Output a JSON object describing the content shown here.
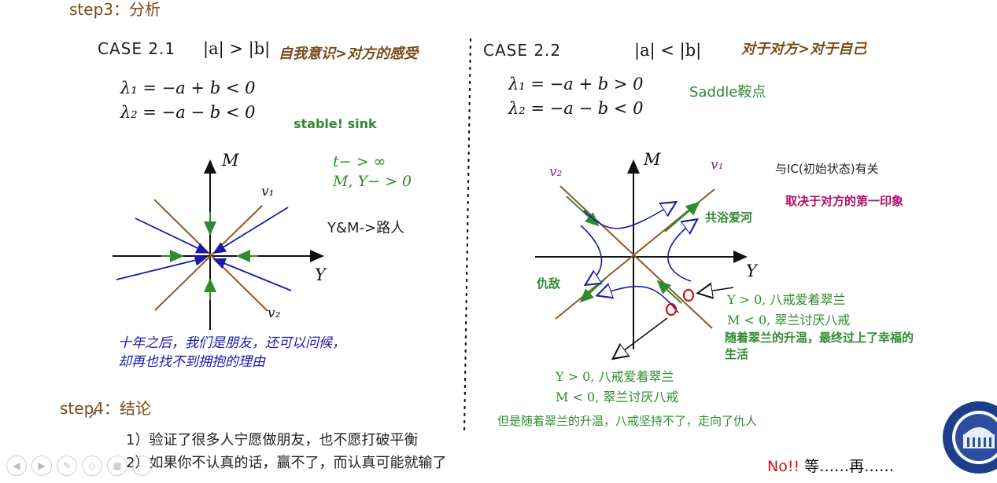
{
  "header": {
    "step3": "step3：分析",
    "step4": "step4：结论"
  },
  "case21": {
    "title": "CASE 2.1",
    "condition": "|a| > |b|",
    "label": "自我意识>对方的感受",
    "lambda1": "λ₁ = −a + b < 0",
    "lambda2": "λ₂ = −a − b < 0",
    "stability": "stable! sink",
    "limit1": "t− > ∞",
    "limit2": "M, Y− > 0",
    "outcome": "Y&M->路人",
    "axis_m": "M",
    "axis_y": "Y",
    "v1": "v₁",
    "v2": "v₂",
    "note_line1": "十年之后，我们是朋友，还可以问候，",
    "note_line2": "却再也找不到拥抱的理由"
  },
  "case22": {
    "title": "CASE 2.2",
    "condition": "|a| < |b|",
    "label": "对于对方>对于自己",
    "lambda1": "λ₁ = −a + b > 0",
    "lambda2": "λ₂ = −a − b < 0",
    "saddle": "Saddle鞍点",
    "ic": "与IC(初始状态)有关",
    "first_impression": "取决于对方的第一印象",
    "axis_m": "M",
    "axis_y": "Y",
    "v1": "v₁",
    "v2": "v₂",
    "love": "共浴爱河",
    "enemy": "仇敌",
    "cond_a1": "Y > 0, 八戒爱着翠兰",
    "cond_a2": "M < 0, 翠兰讨厌八戒",
    "result_a1": "随着翠兰的升温，最终过上了幸福的",
    "result_a2": "生活",
    "cond_b1": "Y > 0, 八戒爱着翠兰",
    "cond_b2": "M < 0, 翠兰讨厌八戒",
    "result_b": "但是随着翠兰的升温，八戒坚持不了，走向了仇人"
  },
  "conclusion": {
    "item1": "1）验证了很多人宁愿做朋友，也不愿打破平衡",
    "item2": "2）如果你不认真的话，赢不了，而认真可能就输了",
    "tail": "No!! 等……再……"
  },
  "colors": {
    "brown": "#8b5a2b",
    "green": "#2e8b2e",
    "blue": "#1a1aa8",
    "magenta": "#b0106a",
    "purple": "#8a2a9a",
    "red": "#d01010"
  },
  "toolbar_icons": [
    "back-icon",
    "forward-icon",
    "pen-icon",
    "eraser-icon",
    "slides-icon",
    "more-icon"
  ]
}
